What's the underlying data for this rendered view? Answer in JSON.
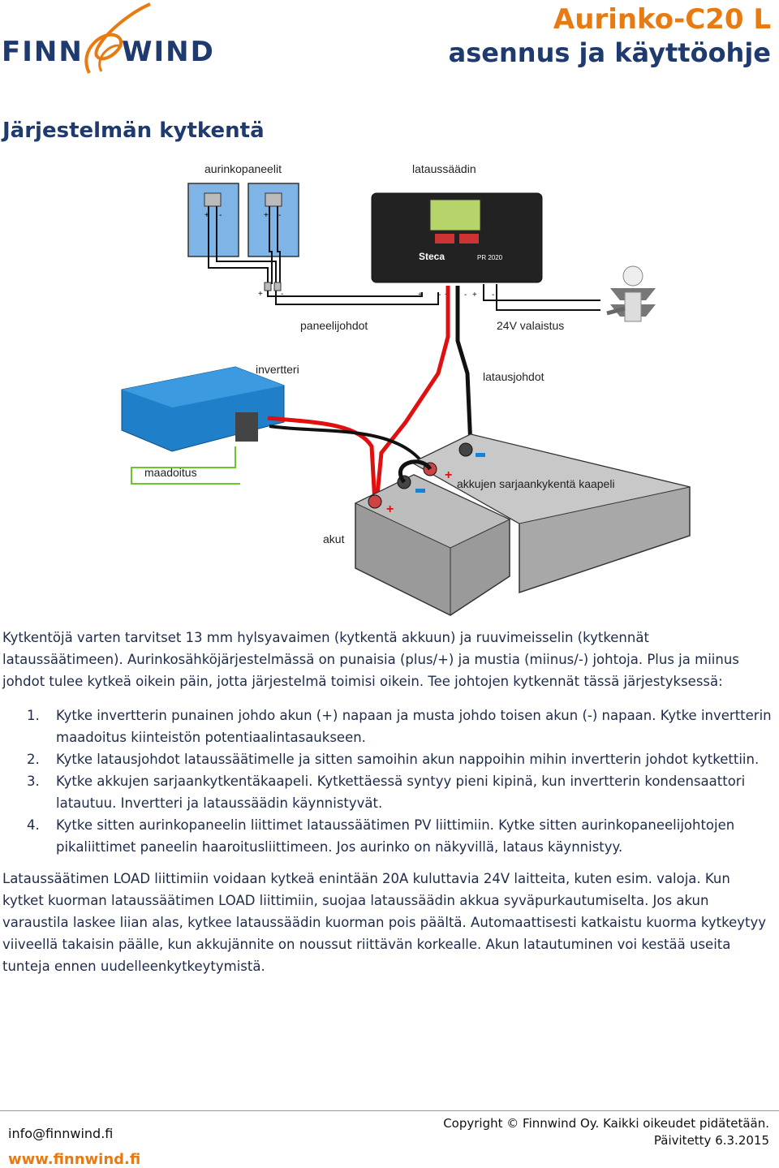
{
  "header": {
    "logo_left": "FINN",
    "logo_right": "WIND",
    "product": "Aurinko-C20 L",
    "subtitle": "asennus ja käyttöohje"
  },
  "page_title": "Järjestelmän kytkentä",
  "diagram": {
    "labels": {
      "panels": "aurinkopaneelit",
      "controller": "lataussäädin",
      "panel_wires": "paneelijohdot",
      "lighting": "24V valaistus",
      "inverter": "invertteri",
      "charge_wires": "latausjohdot",
      "ground": "maadoitus",
      "series_cable": "akkujen sarjaankykentä kaapeli",
      "batteries": "akut"
    },
    "controller_brand": "Steca",
    "controller_model": "PR 2020",
    "colors": {
      "panel_blue": "#7fb5e6",
      "wire_red": "#e01010",
      "wire_black": "#111111",
      "battery_gray": "#a8a8a8",
      "inverter_blue": "#1f7fc8",
      "ground_green": "#6bc82a"
    }
  },
  "intro": "Kytkentöjä varten tarvitset 13 mm hylsyavaimen (kytkentä akkuun) ja ruuvimeisselin (kytkennät lataussäätimeen). Aurinkosähköjärjestelmässä on punaisia (plus/+) ja mustia (miinus/-) johtoja. Plus ja miinus johdot tulee kytkeä oikein päin, jotta järjestelmä toimisi oikein. Tee johtojen kytkennät tässä järjestyksessä:",
  "steps": [
    {
      "num": "1.",
      "text": "Kytke invertterin punainen johdo akun (+) napaan ja musta johdo toisen akun (-) napaan. Kytke invertterin maadoitus kiinteistön potentiaalintasaukseen."
    },
    {
      "num": "2.",
      "text": "Kytke latausjohdot lataussäätimelle ja sitten samoihin akun nappoihin mihin invertterin johdot kytkettiin."
    },
    {
      "num": "3.",
      "text": "Kytke akkujen sarjaankytkentäkaapeli. Kytkettäessä syntyy pieni kipinä, kun invertterin kondensaattori latautuu. Invertteri ja lataussäädin käynnistyvät."
    },
    {
      "num": "4.",
      "text": "Kytke sitten aurinkopaneelin liittimet lataussäätimen PV liittimiin. Kytke sitten aurinkopaneelijohtojen pikaliittimet paneelin haaroitusliittimeen. Jos aurinko on näkyvillä, lataus käynnistyy."
    }
  ],
  "load_text": "Lataussäätimen LOAD liittimiin voidaan kytkeä enintään 20A kuluttavia 24V laitteita, kuten esim. valoja. Kun kytket kuorman lataussäätimen LOAD liittimiin, suojaa lataussäädin akkua syväpurkautumiselta. Jos akun varaustila laskee liian alas, kytkee lataussäädin kuorman pois päältä. Automaattisesti katkaistu kuorma kytkeytyy viiveellä takaisin päälle, kun akkujännite on noussut riittävän korkealle. Akun latautuminen voi kestää useita tunteja ennen uudelleenkytkeytymistä.",
  "footer": {
    "email": "info@finnwind.fi",
    "web": "www.finnwind.fi",
    "copyright": "Copyright © Finnwind Oy. Kaikki oikeudet pidätetään.",
    "updated": "Päivitetty 6.3.2015"
  }
}
